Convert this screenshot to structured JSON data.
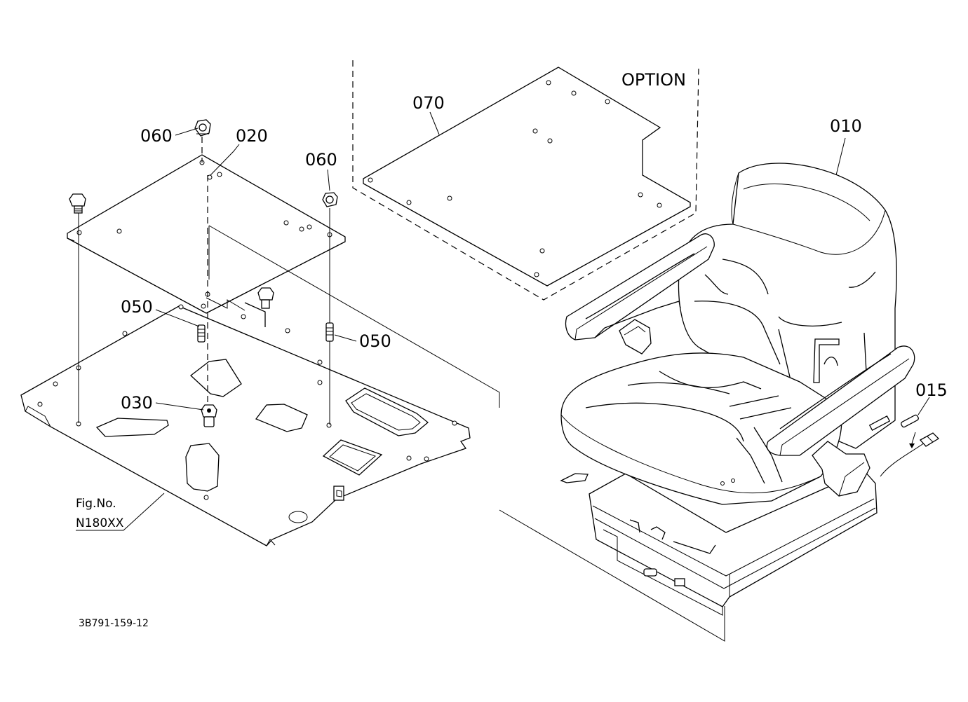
{
  "labels": {
    "p010": "010",
    "p015": "015",
    "p020": "020",
    "p030": "030",
    "p050_left": "050",
    "p050_right": "050",
    "p060_left": "060",
    "p060_right": "060",
    "p070": "070",
    "option": "OPTION",
    "fig_no_label": "Fig.No.",
    "fig_no_value": "N180XX",
    "drawing_code": "3B791-159-12"
  },
  "icons": [
    "bolt-icon",
    "nut-icon",
    "spacer-icon",
    "pin-icon",
    "connector-icon",
    "seatbelt-buckle-icon"
  ]
}
